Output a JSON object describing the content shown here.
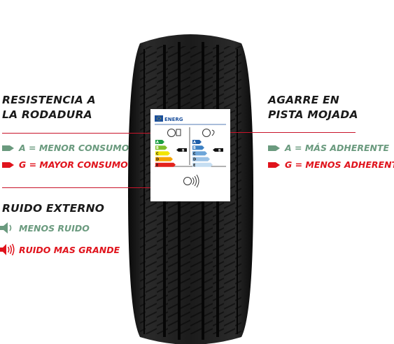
{
  "rolling_resistance": {
    "title_line1": "RESISTENCIA A",
    "title_line2": "LA RODADURA",
    "best": "A = MENOR CONSUMO",
    "worst": "G = MAYOR CONSUMO"
  },
  "wet_grip": {
    "title_line1": "AGARRE EN",
    "title_line2": "PISTA MOJADA",
    "best": "A = MÁS ADHERENTE",
    "worst": "G = MENOS ADHERENTE"
  },
  "external_noise": {
    "title": "RUIDO EXTERNO",
    "low": "MENOS RUIDO",
    "high": "RUIDO MAS GRANDE"
  },
  "eu_label": {
    "brand_text": "ENERG",
    "fuel_classes": [
      "A",
      "B",
      "C",
      "D",
      "E"
    ],
    "grip_classes": [
      "A",
      "B",
      "C",
      "D",
      "E"
    ],
    "fuel_marker": "B",
    "grip_marker": "B"
  },
  "colors": {
    "good": "#6a9a7e",
    "bad": "#e0131c",
    "rule": "#c8142a",
    "tyre": "#141414"
  }
}
